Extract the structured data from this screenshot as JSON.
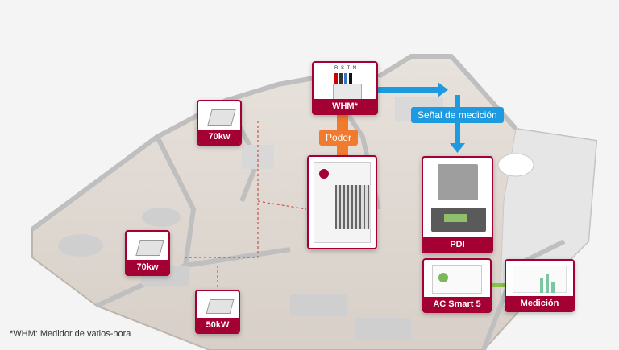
{
  "units": [
    {
      "id": "u1",
      "label": "70kw"
    },
    {
      "id": "u2",
      "label": "70kw"
    },
    {
      "id": "u3",
      "label": "50kW"
    }
  ],
  "whm": {
    "label": "WHM*",
    "terminals": "R S T N"
  },
  "power_label": "Poder",
  "signal_label": "Señal de medición",
  "pdi_label": "PDI",
  "acsmart_label": "AC Smart 5",
  "medicion_label": "Medición",
  "footnote": "*WHM: Medidor de vatios-hora",
  "colors": {
    "brand": "#a50034",
    "power": "#f07a2d",
    "signal": "#1e9be0"
  }
}
